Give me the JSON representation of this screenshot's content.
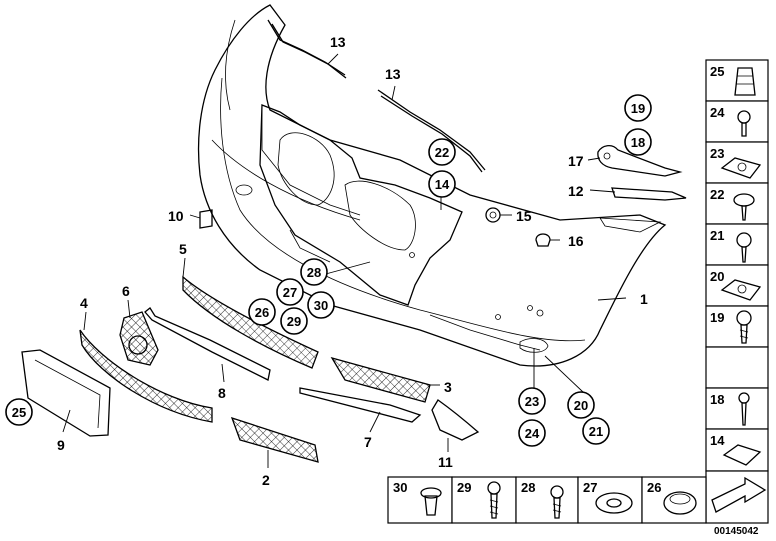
{
  "diagram": {
    "plain_labels": [
      "13",
      "13",
      "17",
      "12",
      "10",
      "15",
      "16",
      "5",
      "6",
      "4",
      "1",
      "3",
      "7",
      "8",
      "9",
      "2",
      "11"
    ],
    "circled_labels": [
      "19",
      "18",
      "22",
      "14",
      "28",
      "27",
      "30",
      "26",
      "29",
      "25",
      "23",
      "24",
      "20",
      "21"
    ],
    "side_table": [
      "25",
      "24",
      "23",
      "22",
      "21",
      "20",
      "19",
      "18",
      "14"
    ],
    "bottom_table": [
      "30",
      "29",
      "28",
      "27",
      "26"
    ],
    "reference_number": "00145042"
  }
}
